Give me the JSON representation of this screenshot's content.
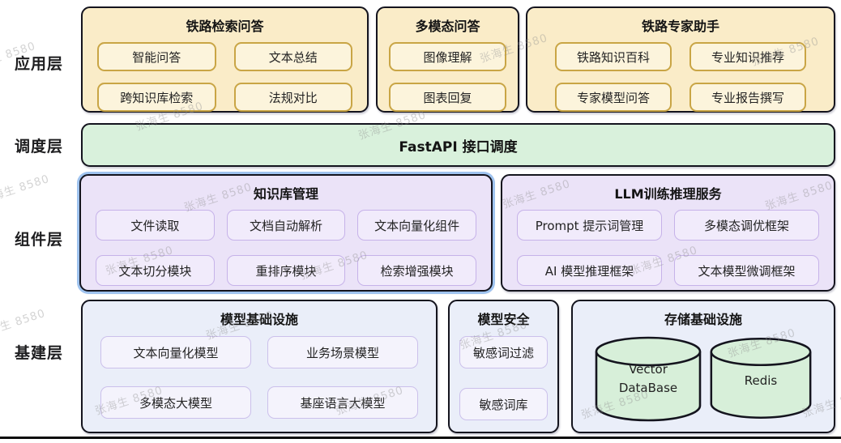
{
  "watermark": {
    "text": "张海生 8580"
  },
  "rows": [
    {
      "label": "应用层",
      "groups": [
        {
          "title": "铁路检索问答",
          "items": [
            "智能问答",
            "文本总结",
            "跨知识库检索",
            "法规对比"
          ]
        },
        {
          "title": "多模态问答",
          "items": [
            "图像理解",
            "图表回复"
          ]
        },
        {
          "title": "铁路专家助手",
          "items": [
            "铁路知识百科",
            "专业知识推荐",
            "专家模型问答",
            "专业报告撰写"
          ]
        }
      ]
    },
    {
      "label": "调度层",
      "groups": [
        {
          "title": "FastAPI 接口调度",
          "items": []
        }
      ]
    },
    {
      "label": "组件层",
      "groups": [
        {
          "title": "知识库管理",
          "items": [
            "文件读取",
            "文档自动解析",
            "文本向量化组件",
            "文本切分模块",
            "重排序模块",
            "检索增强模块"
          ]
        },
        {
          "title": "LLM训练推理服务",
          "items": [
            "Prompt 提示词管理",
            "多模态调优框架",
            "AI 模型推理框架",
            "文本模型微调框架"
          ]
        }
      ]
    },
    {
      "label": "基建层",
      "groups": [
        {
          "title": "模型基础设施",
          "items": [
            "文本向量化模型",
            "业务场景模型",
            "多模态大模型",
            "基座语言大模型"
          ]
        },
        {
          "title": "模型安全",
          "items": [
            "敏感词过滤",
            "敏感词库"
          ]
        },
        {
          "title": "存储基础设施",
          "items": [],
          "cylinders": [
            "Vector DataBase",
            "Redis"
          ]
        }
      ]
    }
  ],
  "colors": {
    "app_fill": "#FAECC8",
    "app_item_fill": "#FCF4DC",
    "app_item_border": "#C9A545",
    "dispatch_fill": "#D9F1DC",
    "component_fill": "#EBE3F8",
    "component_item_fill": "#F1EBFB",
    "component_item_border": "#C6B2E9",
    "infra_fill": "#EAEEF9",
    "infra_item_fill": "#F4F3FC",
    "infra_item_border": "#CBC0EB",
    "cylinder_fill": "#D7EFD9",
    "selection_outline": "#9FC3EF",
    "outline": "#14141E"
  }
}
